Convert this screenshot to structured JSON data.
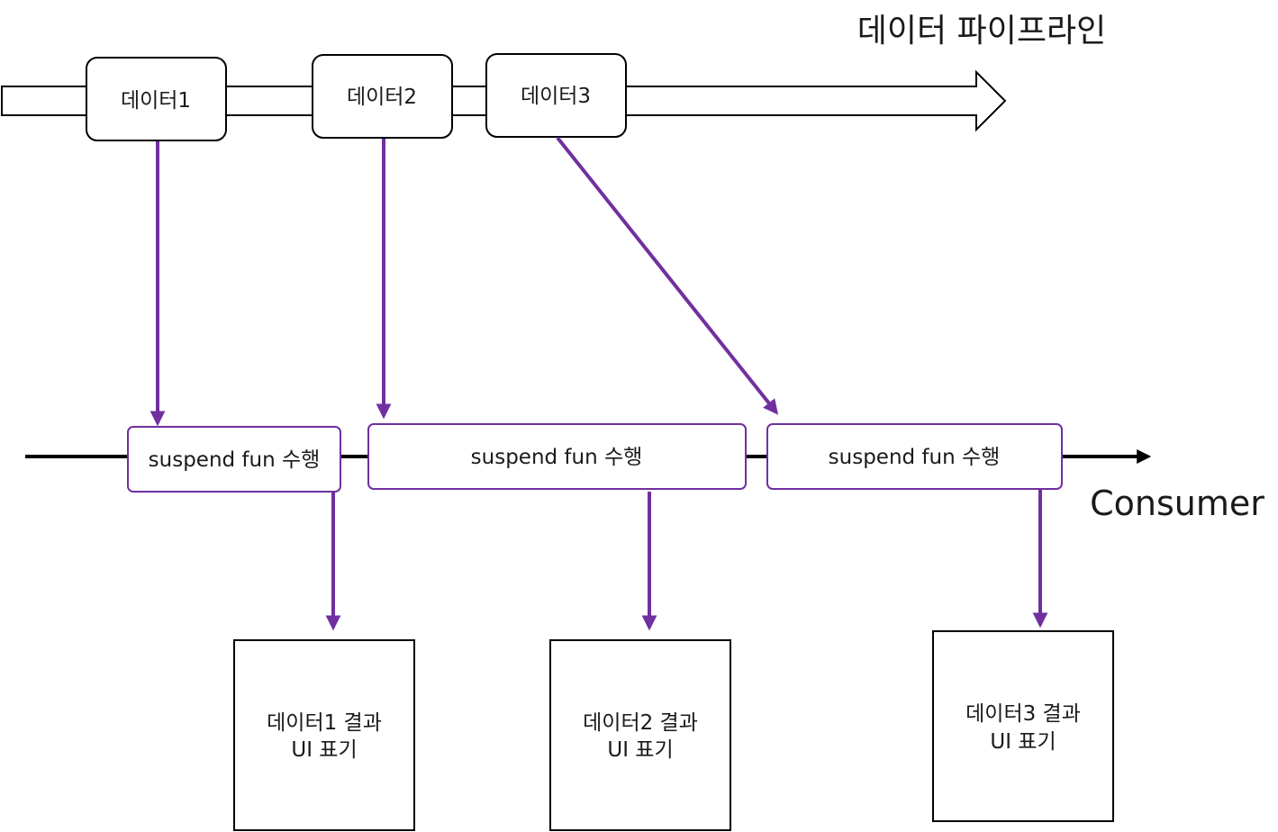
{
  "pipeline": {
    "title": "데이터 파이프라인",
    "items": [
      {
        "label": "데이터1"
      },
      {
        "label": "데이터2"
      },
      {
        "label": "데이터3"
      }
    ]
  },
  "consumer": {
    "label": "Consumer",
    "tasks": [
      {
        "label": "suspend fun 수행"
      },
      {
        "label": "suspend fun 수행"
      },
      {
        "label": "suspend fun 수행"
      }
    ]
  },
  "results": [
    {
      "line1": "데이터1 결과",
      "line2": "UI 표기"
    },
    {
      "line1": "데이터2 결과",
      "line2": "UI 표기"
    },
    {
      "line1": "데이터3 결과",
      "line2": "UI 표기"
    }
  ],
  "colors": {
    "connector": "#7030a0",
    "task_border": "#7030a0",
    "line": "#000000"
  }
}
